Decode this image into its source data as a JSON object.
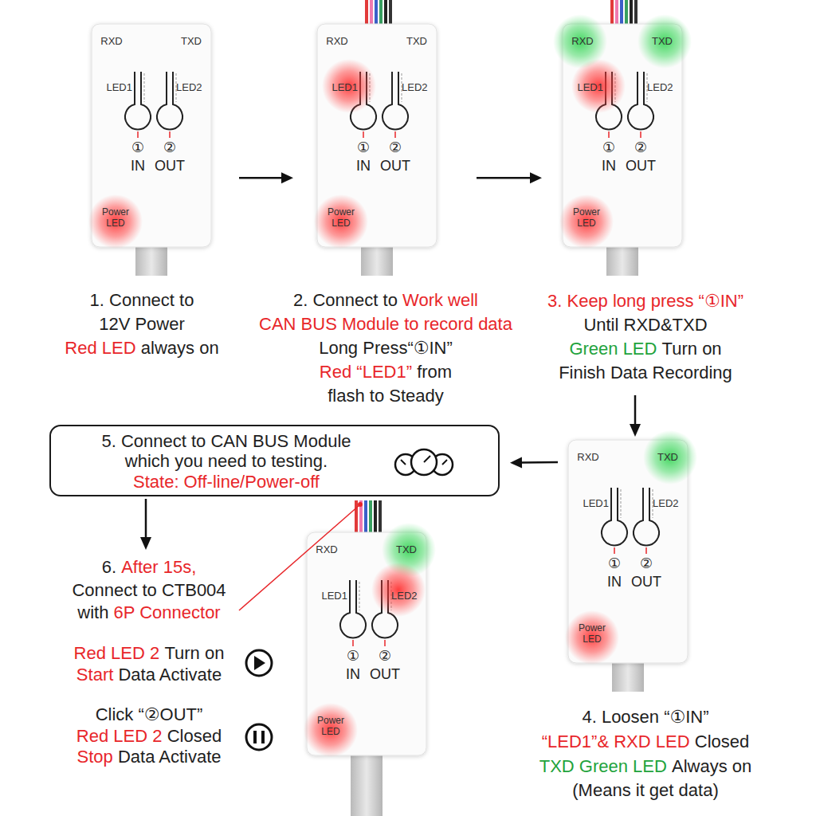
{
  "diagram": {
    "nodes": [
      {
        "text": [
          "RXD",
          "TXD",
          "LED1",
          "LED2",
          "①",
          "IN",
          "②",
          "OUT",
          "Power LED"
        ]
      },
      {
        "text": [
          "RXD",
          "TXD",
          "LED1",
          "LED2",
          "①",
          "IN",
          "②",
          "OUT",
          "Power LED"
        ]
      },
      {
        "text": [
          "RXD",
          "TXD",
          "LED1",
          "LED2",
          "①",
          "IN",
          "②",
          "OUT",
          "Power LED"
        ]
      },
      {
        "text": [
          "RXD",
          "TXD",
          "LED1",
          "LED2",
          "①",
          "IN",
          "②",
          "OUT",
          "Power LED"
        ]
      },
      {
        "text": [
          "5. Connect to CAN BUS Module which you need to testing.",
          "State: Off-line/Power-off"
        ]
      },
      {
        "text": [
          "RXD",
          "TXD",
          "LED1",
          "LED2",
          "①",
          "IN",
          "②",
          "OUT",
          "Power LED"
        ]
      }
    ],
    "edges": [
      {
        "from": 0,
        "to": 1,
        "arrow": "to"
      },
      {
        "from": 1,
        "to": 2,
        "arrow": "to"
      },
      {
        "from": 3,
        "to": 4,
        "arrow": "to"
      }
    ],
    "labels": [
      "1. Connect to",
      "12V Power",
      "Red LED",
      "always on",
      "2. Connect to",
      "Work well",
      "CAN BUS Module to record data",
      "Long Press“①IN”",
      "Red “LED1”",
      "from",
      "flash to Steady",
      "3. Keep long press “①IN”",
      "Until RXD&TXD",
      "Green LED",
      "Turn on",
      "Finish Data Recording",
      "4. Loosen “①IN”",
      "“LED1”& RXD LED",
      "Closed",
      "TXD Green LED",
      "Always on",
      "(Means it get data)",
      "6.",
      "After 15s,",
      "Connect to CTB004",
      "with",
      "6P Connector",
      "Red LED 2",
      "Turn on",
      "Start",
      "Data Activate",
      "Click “②OUT”",
      "Red LED 2",
      "Closed",
      "Stop",
      "Data Activate"
    ]
  }
}
